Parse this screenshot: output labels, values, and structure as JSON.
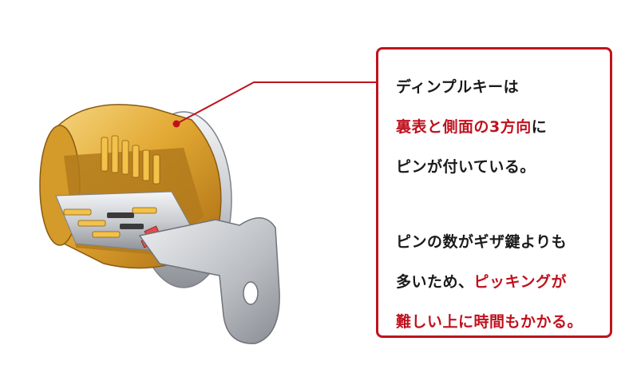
{
  "colors": {
    "accent": "#c0121e",
    "text": "#1a1a1a",
    "brass": "#e2a832",
    "silver": "#c9ccd0"
  },
  "callout": {
    "paragraph1": [
      [
        {
          "text": "ディンプルキーは",
          "color": "black"
        }
      ],
      [
        {
          "text": "裏表と側面の3方向",
          "color": "red"
        },
        {
          "text": "に",
          "color": "black"
        }
      ],
      [
        {
          "text": "ピンが付いている。",
          "color": "black"
        }
      ]
    ],
    "paragraph2": [
      [
        {
          "text": "ピンの数がギザ鍵よりも",
          "color": "black"
        }
      ],
      [
        {
          "text": "多いため、",
          "color": "black"
        },
        {
          "text": "ピッキングが",
          "color": "red"
        }
      ],
      [
        {
          "text": "難しい上に時間もかかる。",
          "color": "red"
        }
      ]
    ]
  },
  "illustration": {
    "subject": "dimple-key-cylinder-cutaway"
  }
}
